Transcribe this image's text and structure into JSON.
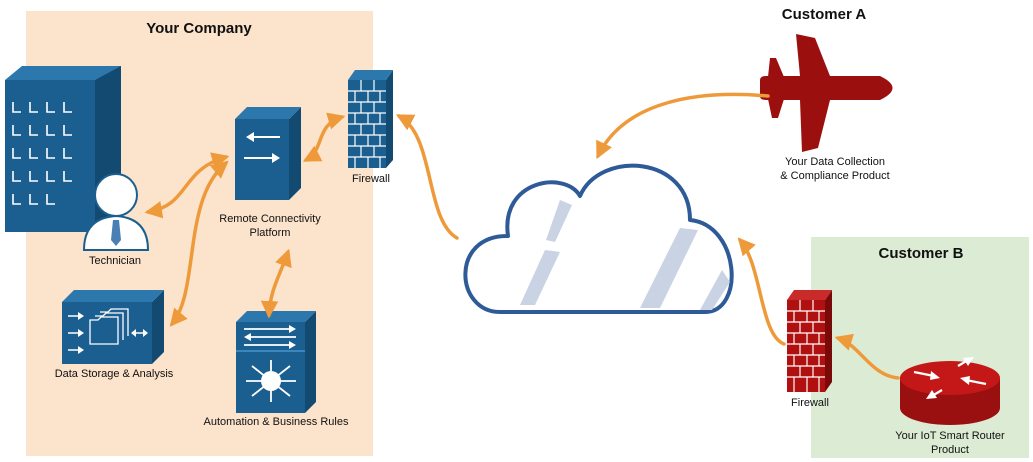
{
  "your_company": {
    "title": "Your Company",
    "technician": "Technician",
    "remote_platform_line1": "Remote Connectivity",
    "remote_platform_line2": "Platform",
    "firewall": "Firewall",
    "data_storage": "Data Storage & Analysis",
    "automation": "Automation & Business Rules"
  },
  "customer_a": {
    "title": "Customer A",
    "product_line1": "Your Data Collection",
    "product_line2": "& Compliance Product"
  },
  "customer_b": {
    "title": "Customer B",
    "firewall": "Firewall",
    "product_line1": "Your IoT Smart Router",
    "product_line2": "Product"
  },
  "colors": {
    "company_bg": "#fbe3cc",
    "customer_b_bg": "#dcebd3",
    "blue_device": "#1a5f8f",
    "red_device": "#b01010",
    "arrow": "#ee9a3a",
    "cloud_stroke": "#2e5b97"
  }
}
